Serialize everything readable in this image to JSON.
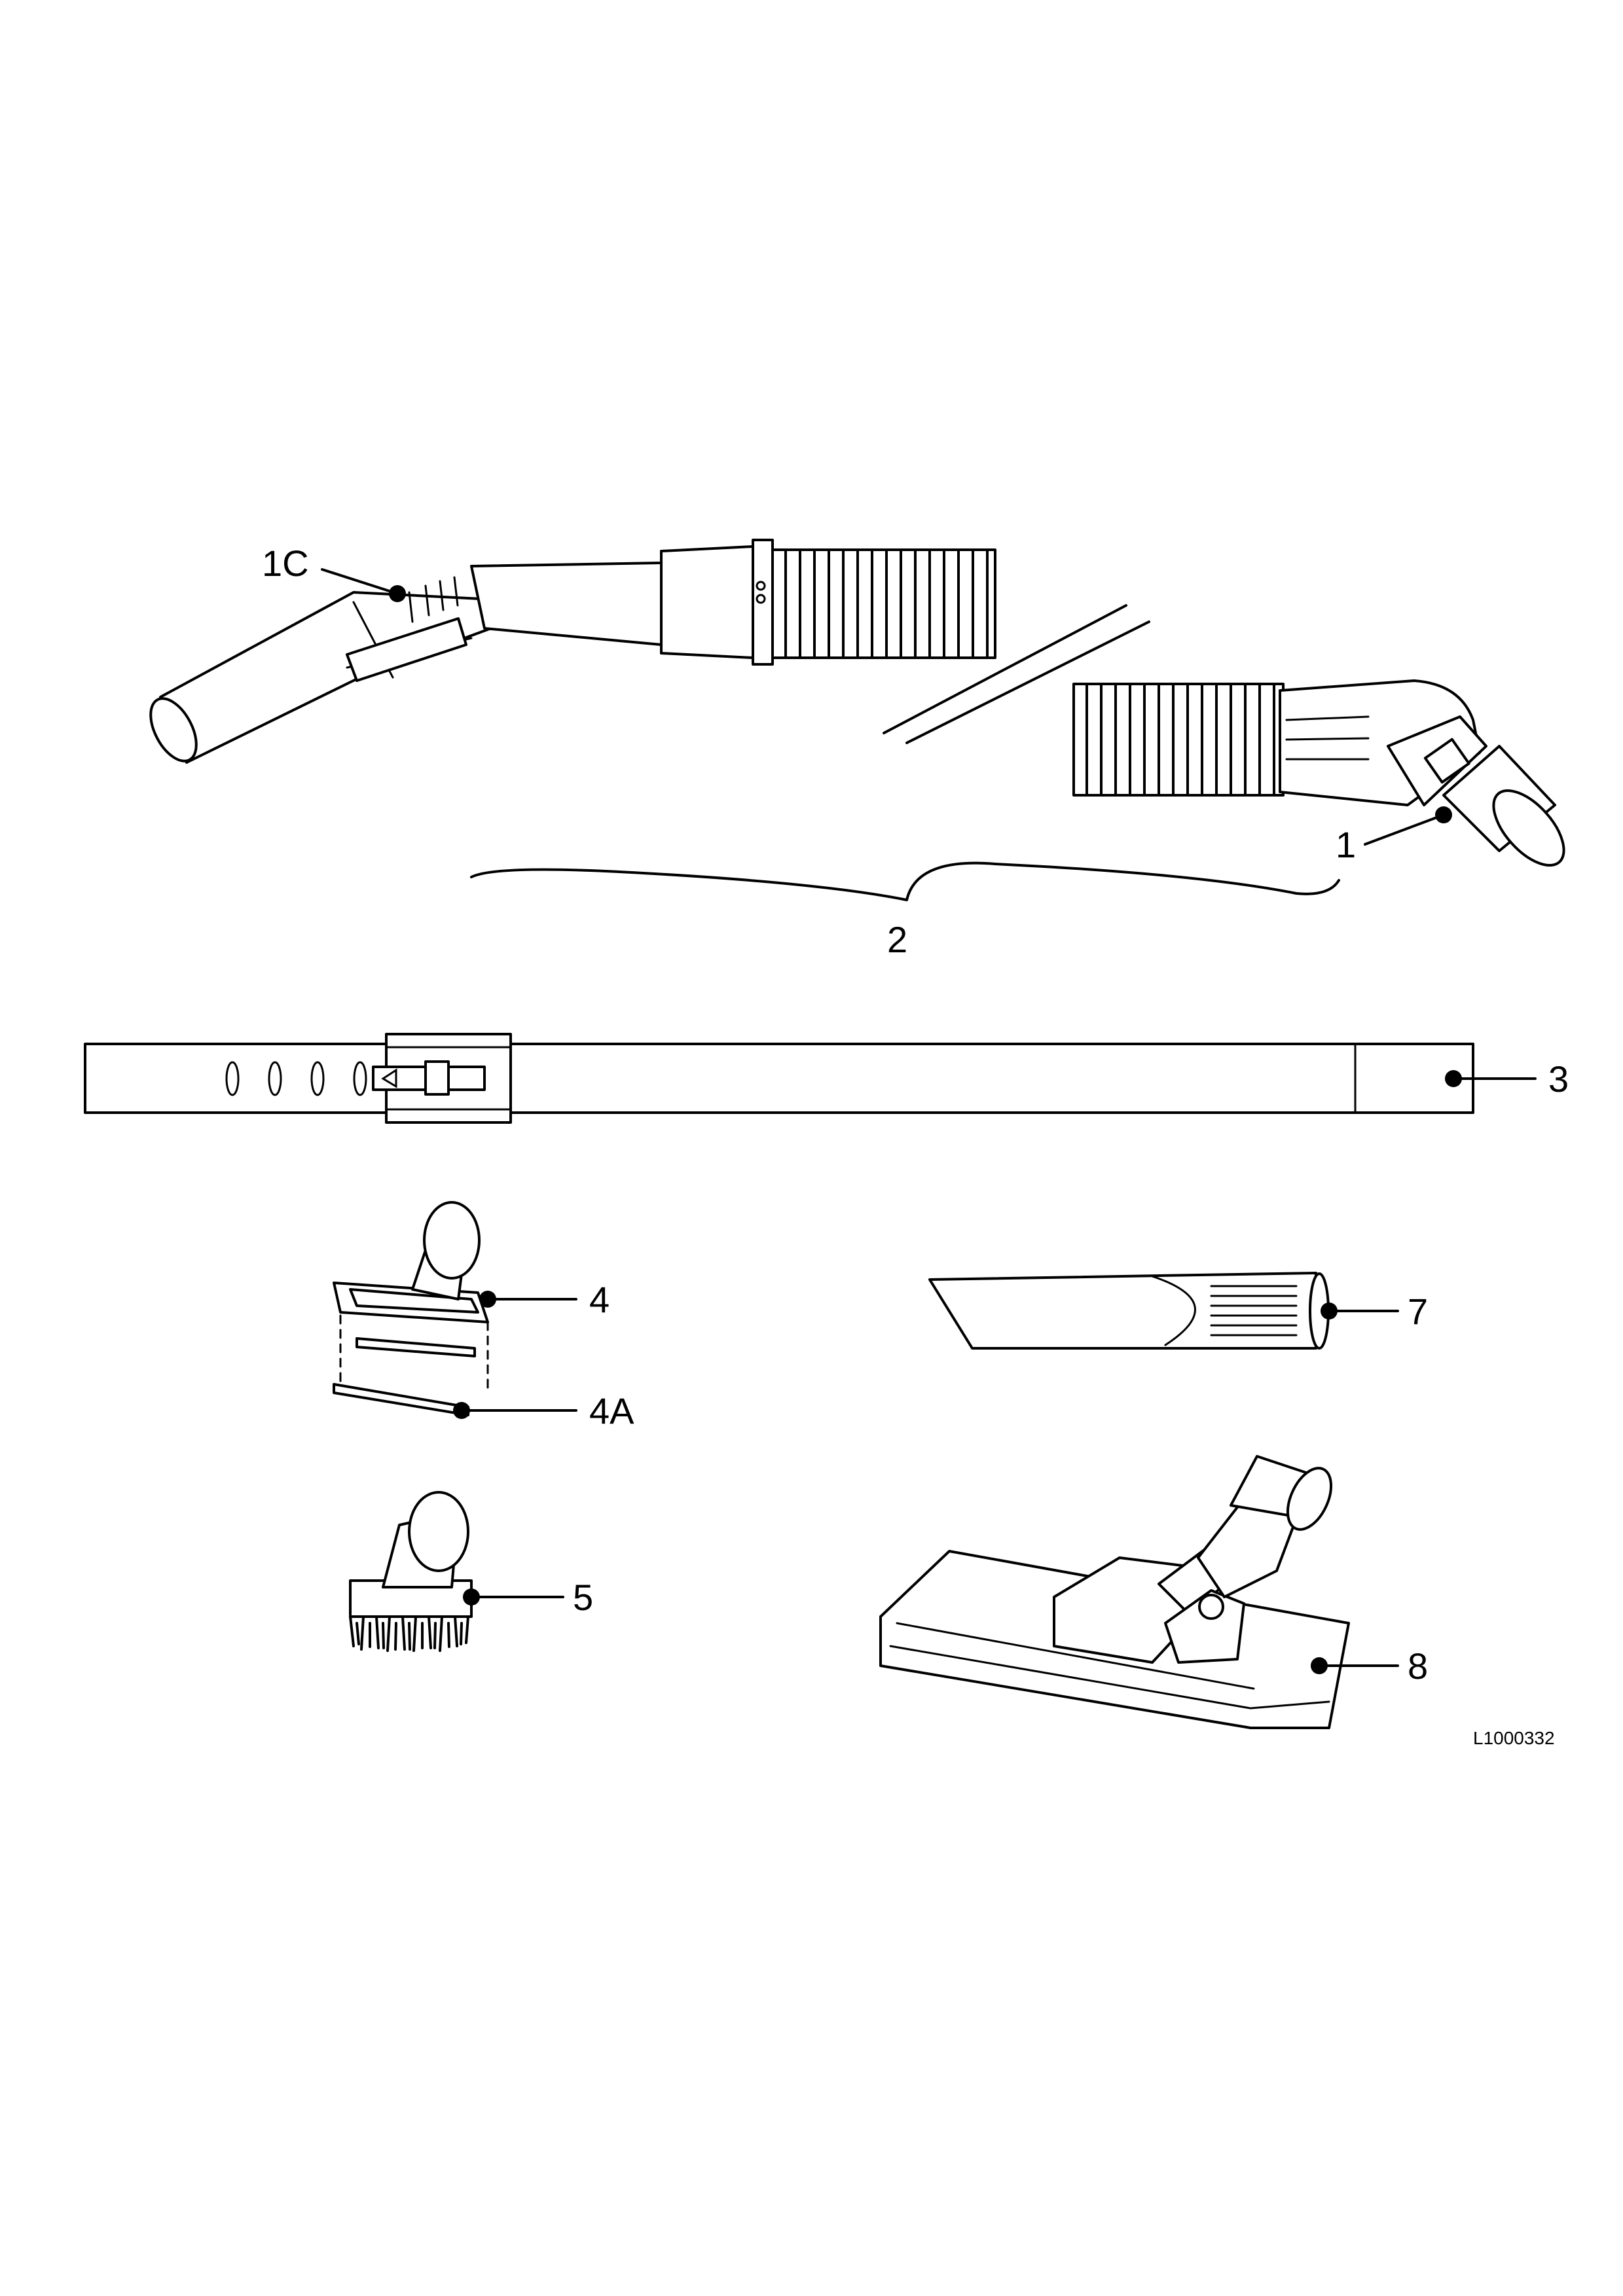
{
  "labels": {
    "hose_handle": "1C",
    "hose_connector": "1",
    "hose_assembly": "2",
    "telescopic_tube": "3",
    "upholstery_nozzle": "4",
    "nozzle_strip": "4A",
    "dusting_brush": "5",
    "crevice_tool": "7",
    "floor_nozzle": "8"
  },
  "drawing_code": "L1000332"
}
